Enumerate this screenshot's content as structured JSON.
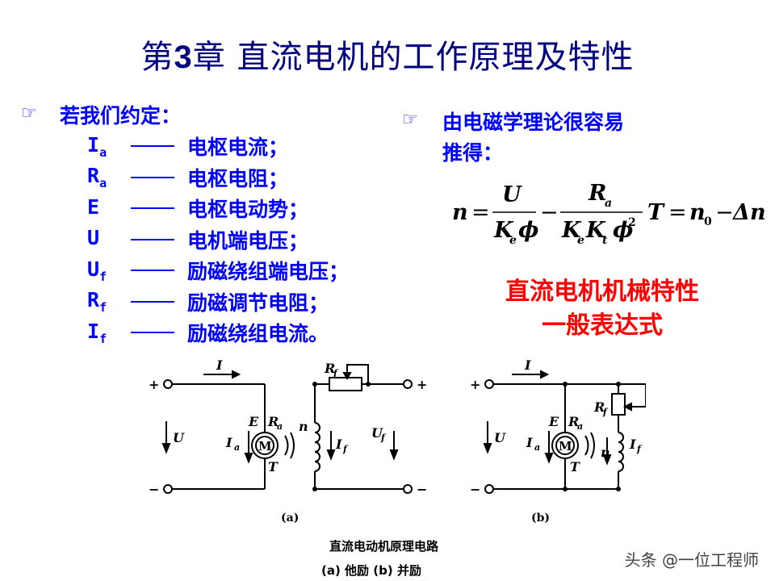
{
  "title": {
    "prefix": "第",
    "num": "3",
    "rest": "章  直流电机的工作原理及特性"
  },
  "left": {
    "lead": "若我们约定：",
    "definitions": [
      {
        "sym": "I",
        "sub": "a",
        "text": "电枢电流；"
      },
      {
        "sym": "R",
        "sub": "a",
        "text": "电枢电阻；"
      },
      {
        "sym": "E",
        "sub": "",
        "text": "电枢电动势；"
      },
      {
        "sym": "U",
        "sub": "",
        "text": "电机端电压；"
      },
      {
        "sym": "U",
        "sub": "f",
        "text": "励磁绕组端电压；"
      },
      {
        "sym": "R",
        "sub": "f",
        "text": "励磁调节电阻；"
      },
      {
        "sym": "I",
        "sub": "f",
        "text": "励磁绕组电流。"
      }
    ]
  },
  "right": {
    "lead_line1": "由电磁学理论很容易",
    "lead_line2": "推得：",
    "formula": {
      "n": "n",
      "U": "U",
      "Ke": "K",
      "e": "e",
      "phi": "ϕ",
      "Ra": "R",
      "a": "a",
      "Kt": "K",
      "t": "t",
      "sq": "2",
      "T": "T",
      "n0": "n",
      "zero": "0",
      "dn": "Δn"
    },
    "red_line1": "直流电机机械特性",
    "red_line2": "一般表达式"
  },
  "circuit": {
    "a_label": "(a)",
    "b_label": "(b)",
    "caption1": "直流电动机原理电路",
    "caption2": "(a) 他励   (b) 并励",
    "plus": "+",
    "minus": "−",
    "I": "I",
    "U": "U",
    "Ia": "I",
    "a_sub": "a",
    "E": "E",
    "Ra": "R",
    "M": "M",
    "T": "T",
    "n": "n",
    "If": "I",
    "f_sub": "f",
    "Rf": "R",
    "Uf": "U"
  },
  "watermark": "头条 @一位工程师",
  "colors": {
    "title": "#000080",
    "blue": "#0000ff",
    "red": "#ff0000"
  }
}
